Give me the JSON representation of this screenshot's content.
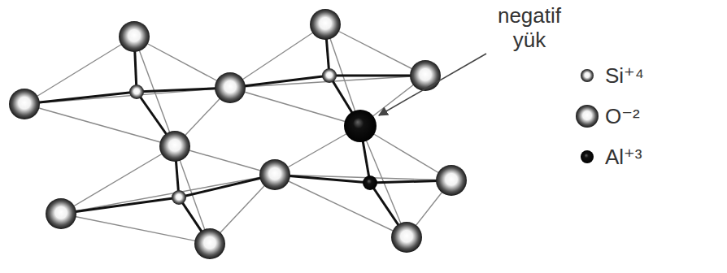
{
  "diagram": {
    "labels": [
      "negatif yük"
    ],
    "legend": [
      {
        "text": "Si⁺⁴"
      },
      {
        "text": "O⁻²"
      },
      {
        "text": "Al⁺³"
      }
    ]
  }
}
